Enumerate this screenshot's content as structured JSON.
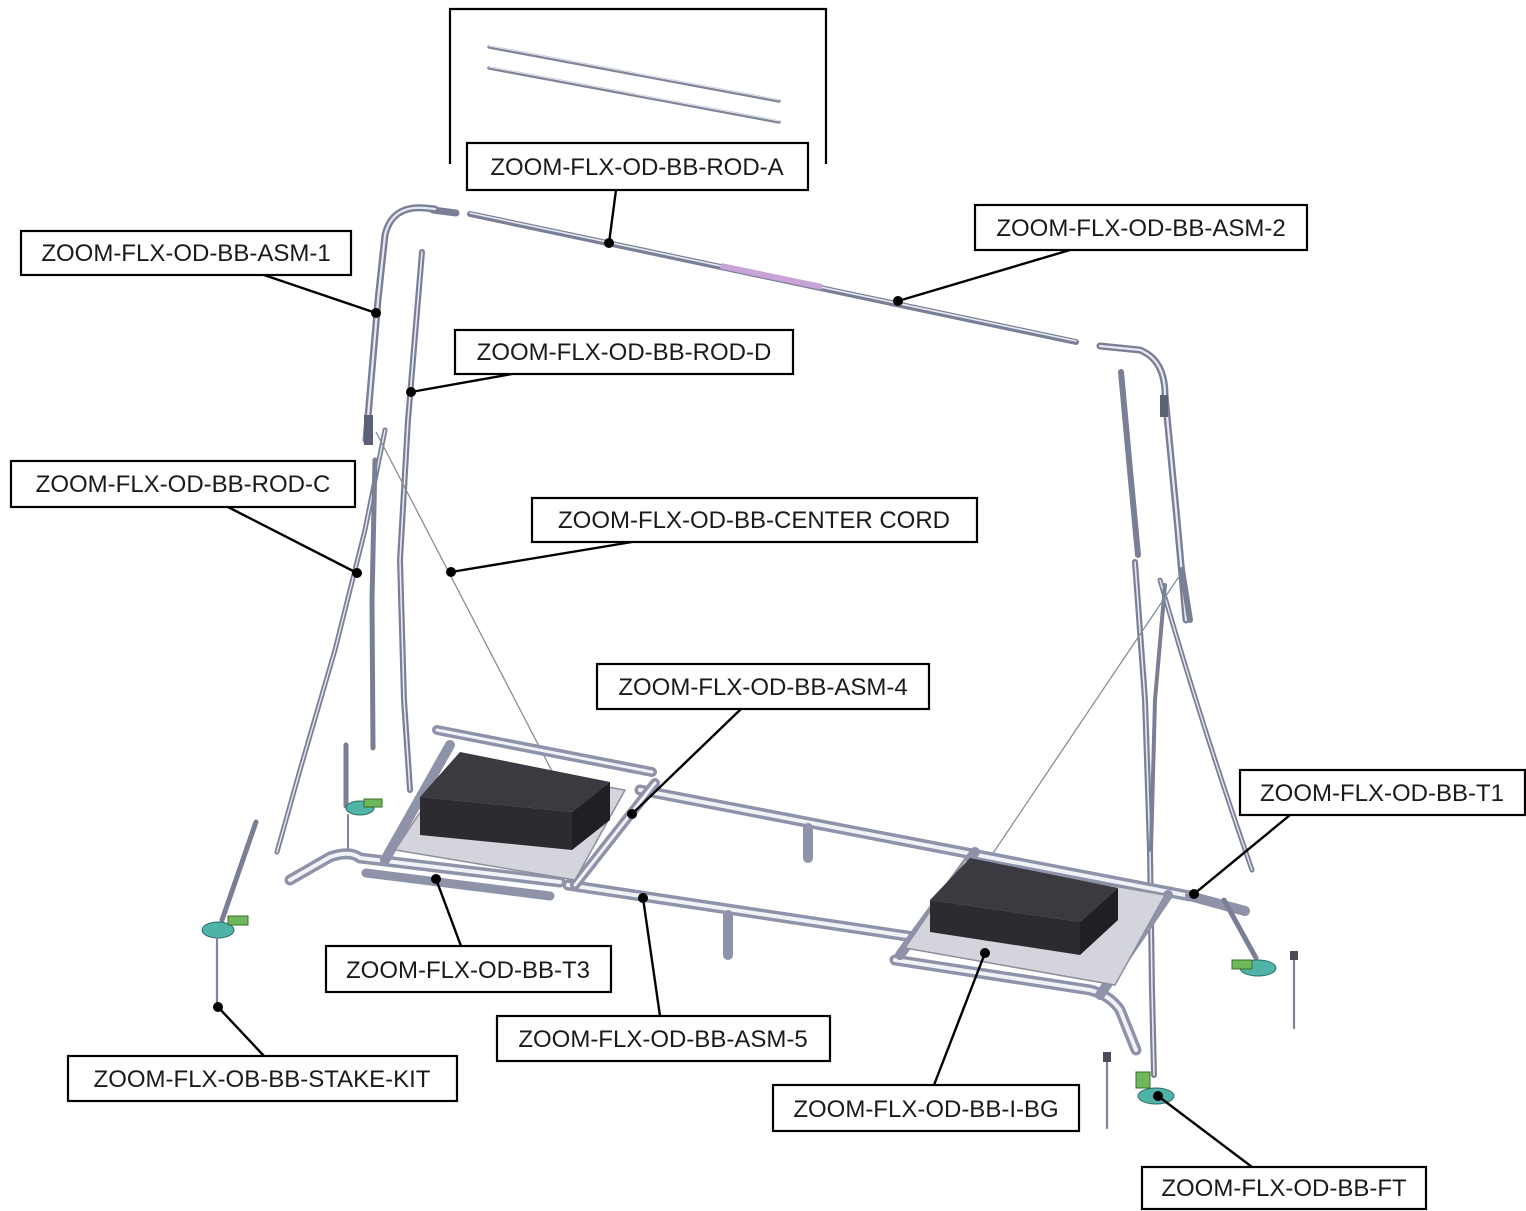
{
  "labels": {
    "rod_a": "ZOOM-FLX-OD-BB-ROD-A",
    "asm_1": "ZOOM-FLX-OD-BB-ASM-1",
    "asm_2": "ZOOM-FLX-OD-BB-ASM-2",
    "rod_d": "ZOOM-FLX-OD-BB-ROD-D",
    "rod_c": "ZOOM-FLX-OD-BB-ROD-C",
    "center_cord": "ZOOM-FLX-OD-BB-CENTER CORD",
    "asm_4": "ZOOM-FLX-OD-BB-ASM-4",
    "t1": "ZOOM-FLX-OD-BB-T1",
    "t3": "ZOOM-FLX-OD-BB-T3",
    "asm_5": "ZOOM-FLX-OD-BB-ASM-5",
    "stake_kit": "ZOOM-FLX-OB-BB-STAKE-KIT",
    "i_bg": "ZOOM-FLX-OD-BB-I-BG",
    "ft": "ZOOM-FLX-OD-BB-FT"
  },
  "colors": {
    "tube": "#7a7f96",
    "tube_highlight": "#e6e8f2",
    "weight_bag": "#2b2b30",
    "tray": "#c9cad3",
    "foot_plate": "#4fb3a8",
    "foot_clamp": "#6fb85a",
    "rod_a_joint": "#c7a3d6"
  },
  "icons": {
    "callout_dot": "filled-circle",
    "weight_bag": "black-box",
    "foot": "round-foot-plate"
  }
}
